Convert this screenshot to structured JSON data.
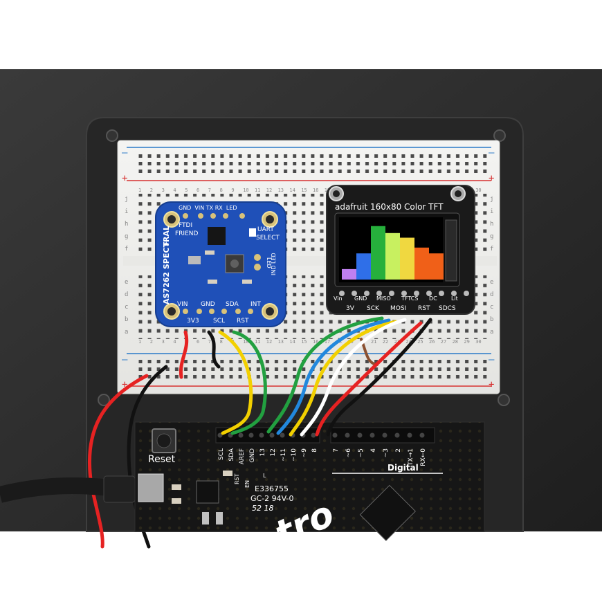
{
  "sensor_board": {
    "name": "AS7262 SPECTRAL",
    "top_pins": "GND  VIN TX RX  LED",
    "ftdi": "FTDI",
    "friend": "FRIEND",
    "uart": "UART",
    "select": "SELECT",
    "led1": "LED",
    "ind_led": "IND LED",
    "pins_row1": [
      "VIN",
      "GND",
      "SDA",
      "INT"
    ],
    "pins_row2": [
      "3V3",
      "SCL",
      "RST"
    ]
  },
  "tft_board": {
    "title": "adafruit 160x80 Color TFT",
    "pins_row1": [
      "Vin",
      "GND",
      "MISO",
      "TFTCS",
      "DC",
      "Lit"
    ],
    "pins_row2": [
      "3V",
      "SCK",
      "MOSI",
      "RST",
      "SDCS"
    ],
    "bar_colors": [
      "#c080f0",
      "#2f6fe8",
      "#26b03c",
      "#c8f060",
      "#f0d840",
      "#f06018",
      "#f06018"
    ],
    "bar_levels": [
      0.18,
      0.45,
      0.92,
      0.8,
      0.72,
      0.55,
      0.45
    ]
  },
  "breadboard": {
    "row_letters_top": [
      "j",
      "i",
      "h",
      "g",
      "f"
    ],
    "row_letters_bottom": [
      "e",
      "d",
      "c",
      "b",
      "a"
    ],
    "numbers": [
      "1",
      "2",
      "3",
      "4",
      "5",
      "6",
      "7",
      "8",
      "9",
      "10",
      "11",
      "12",
      "13",
      "14",
      "15",
      "16",
      "17",
      "18",
      "19",
      "20",
      "21",
      "22",
      "23",
      "24",
      "25",
      "26",
      "27",
      "28",
      "29",
      "30"
    ],
    "minus": "–",
    "plus": "+"
  },
  "metro_board": {
    "reset": "Reset",
    "digital": "Digital",
    "ul_line1": "E336755",
    "ul_line2": "GC-2 94V-0",
    "ul_line3": "52 18",
    "brand": "tro",
    "header_left": [
      "SCL",
      "SDA",
      "AREF",
      "GND",
      "13",
      "12",
      "~11",
      "~10",
      "~9",
      "8"
    ],
    "header_right": [
      "7",
      "~6",
      "~5",
      "4",
      "~3",
      "2",
      "TX→1",
      "RX←0"
    ],
    "small_labels": [
      "EN",
      "RST",
      "L"
    ]
  },
  "wire_colors": [
    "#e62222",
    "#111111",
    "#f2d000",
    "#22a040",
    "#2288dd",
    "#ffffff",
    "#8a5030"
  ]
}
